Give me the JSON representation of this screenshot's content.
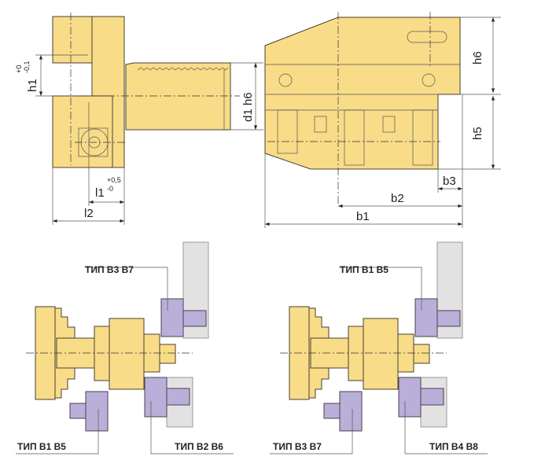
{
  "dimensions": {
    "h1": "h1",
    "h1_tol_upper": "+0",
    "h1_tol_lower": "-0,1",
    "d1": "d1  h6",
    "l1": "l1",
    "l1_tol_upper": "+0,5",
    "l1_tol_lower": "-0",
    "l2": "l2",
    "h6": "h6",
    "h5": "h5",
    "b1": "b1",
    "b2": "b2",
    "b3": "b3"
  },
  "labels": {
    "left_top": "ТИП B3 B7",
    "left_bottom_left": "ТИП B1 B5",
    "left_bottom_right": "ТИП B2 B6",
    "right_top": "ТИП B1 B5",
    "right_bottom_left": "ТИП B3 B7",
    "right_bottom_right": "ТИП B4 B8"
  },
  "colors": {
    "body": "#F8DC88",
    "tool": "#B9AFD8",
    "turret": "#E2E2E2"
  }
}
